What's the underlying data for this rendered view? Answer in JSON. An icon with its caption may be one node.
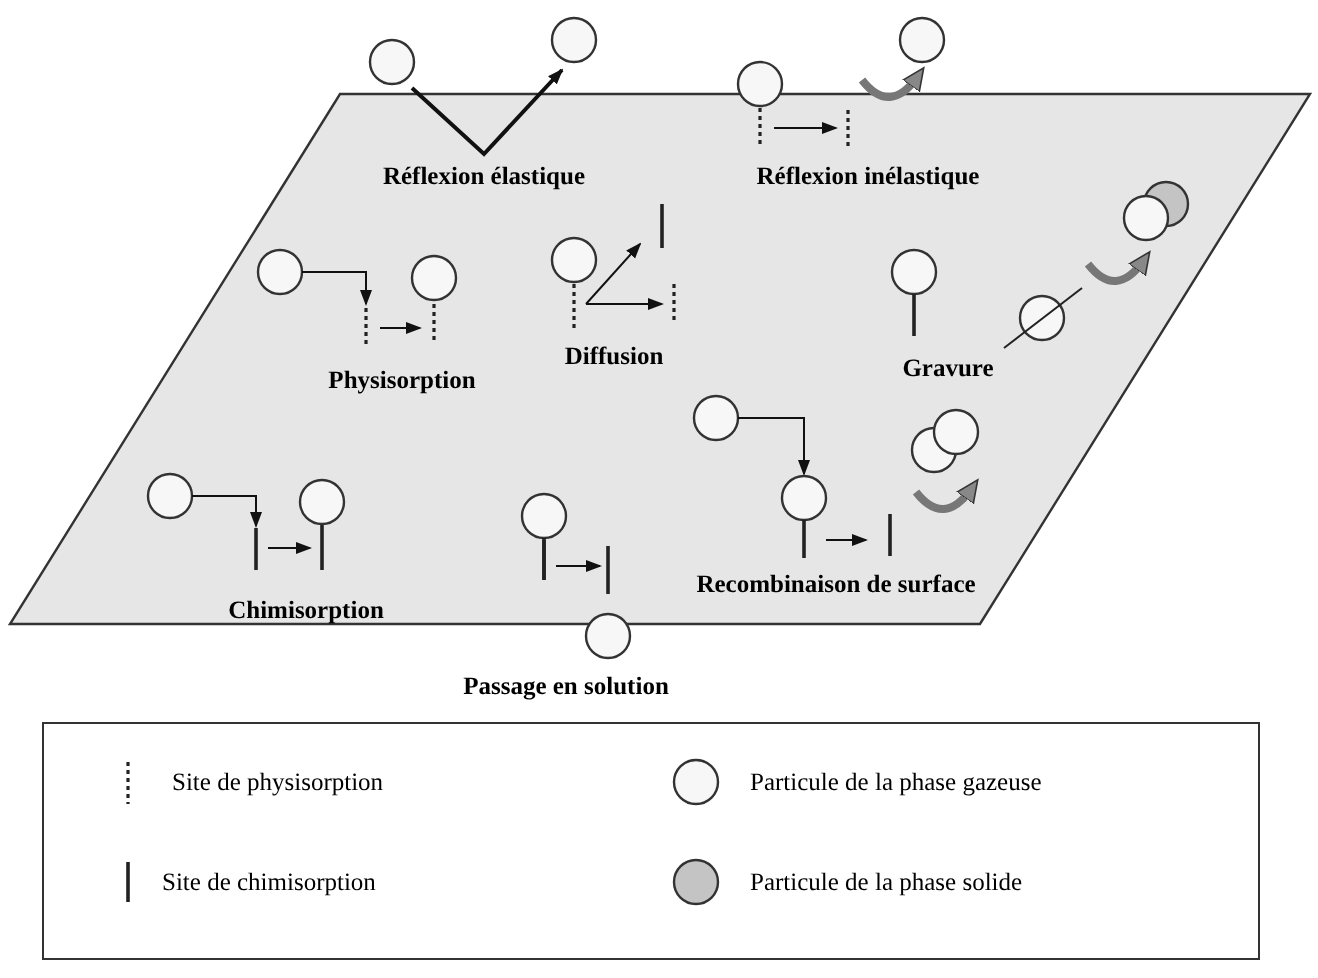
{
  "diagram": {
    "labels": [
      "Réflexion élastique",
      "Réflexion inélastique",
      "Physisorption",
      "Diffusion",
      "Gravure",
      "Chimisorption",
      "Recombinaison de surface",
      "Passage en solution"
    ],
    "legend": [
      {
        "text": "Site de physisorption"
      },
      {
        "text": "Site de chimisorption"
      },
      {
        "text": "Particule de la phase gazeuse",
        "color": "#f7f7f7"
      },
      {
        "text": "Particule de la phase solide",
        "color": "#c4c4c4"
      }
    ]
  }
}
